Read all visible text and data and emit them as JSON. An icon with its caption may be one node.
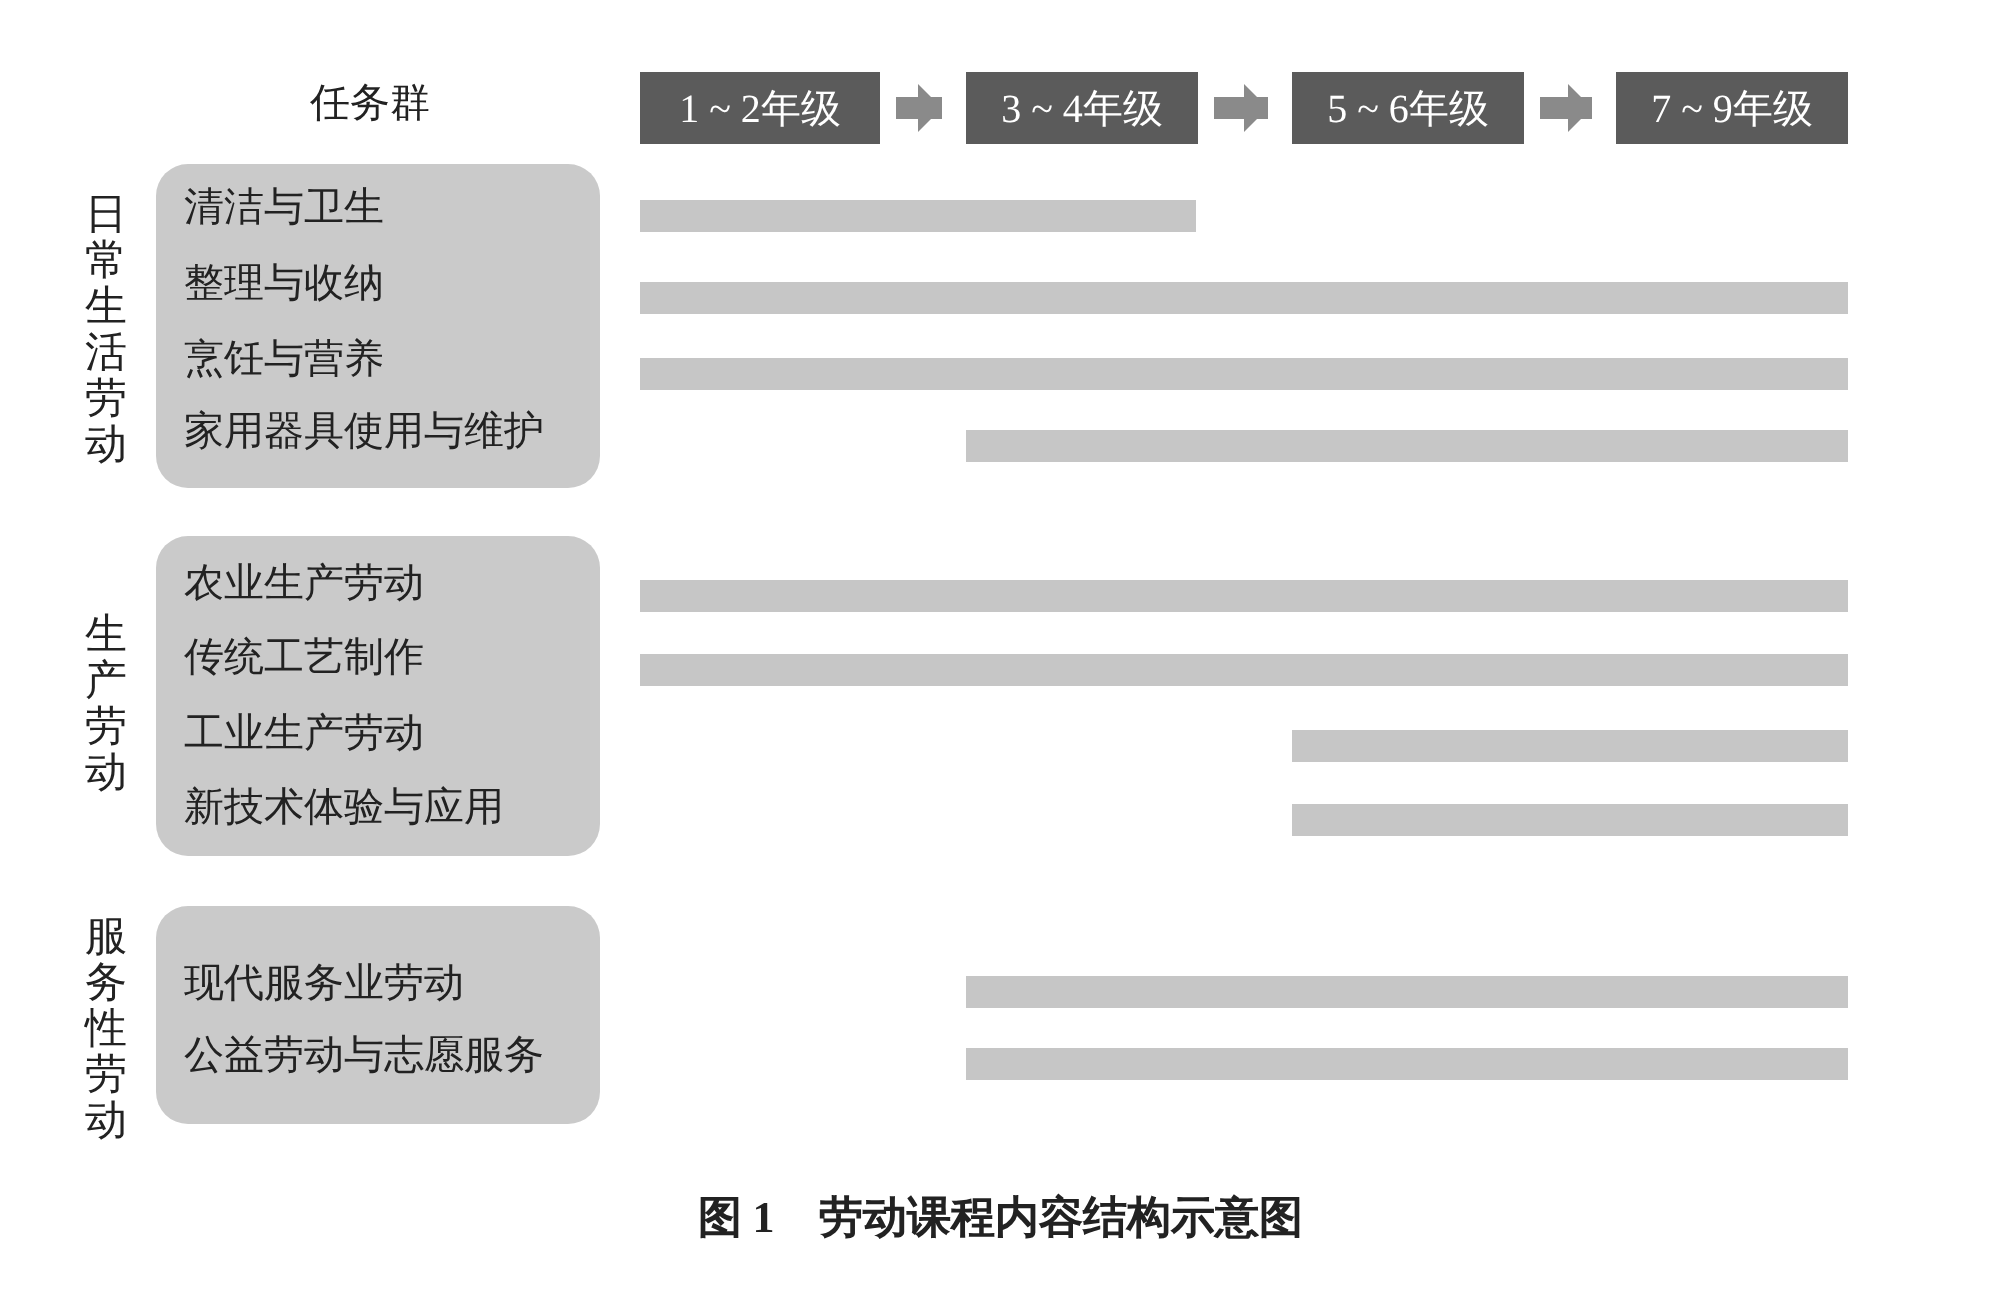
{
  "diagram": {
    "caption": "图 1　劳动课程内容结构示意图",
    "nodes": [
      {
        "text": [
          "1 ~ 2年级"
        ]
      },
      {
        "text": [
          "3 ~ 4年级"
        ]
      },
      {
        "text": [
          "5 ~ 6年级"
        ]
      },
      {
        "text": [
          "7 ~ 9年级"
        ]
      },
      {
        "text": [
          "日常生活劳动",
          "清洁与卫生",
          "整理与收纳",
          "烹饪与营养",
          "家用器具使用与维护"
        ]
      },
      {
        "text": [
          "生产劳动",
          "农业生产劳动",
          "传统工艺制作",
          "工业生产劳动",
          "新技术体验与应用"
        ]
      },
      {
        "text": [
          "服务性劳动",
          "现代服务业劳动",
          "公益劳动与志愿服务"
        ]
      },
      {
        "text": [],
        "shape": "bar"
      },
      {
        "text": [],
        "shape": "bar"
      },
      {
        "text": [],
        "shape": "bar"
      },
      {
        "text": [],
        "shape": "bar"
      },
      {
        "text": [],
        "shape": "bar"
      },
      {
        "text": [],
        "shape": "bar"
      },
      {
        "text": [],
        "shape": "bar"
      },
      {
        "text": [],
        "shape": "bar"
      },
      {
        "text": [],
        "shape": "bar"
      },
      {
        "text": [],
        "shape": "bar"
      }
    ],
    "edges": [
      {
        "from": 0,
        "to": 1,
        "arrow": "to"
      },
      {
        "from": 1,
        "to": 2,
        "arrow": "to"
      },
      {
        "from": 2,
        "to": 3,
        "arrow": "to"
      }
    ],
    "labels": [
      "任务群"
    ]
  }
}
